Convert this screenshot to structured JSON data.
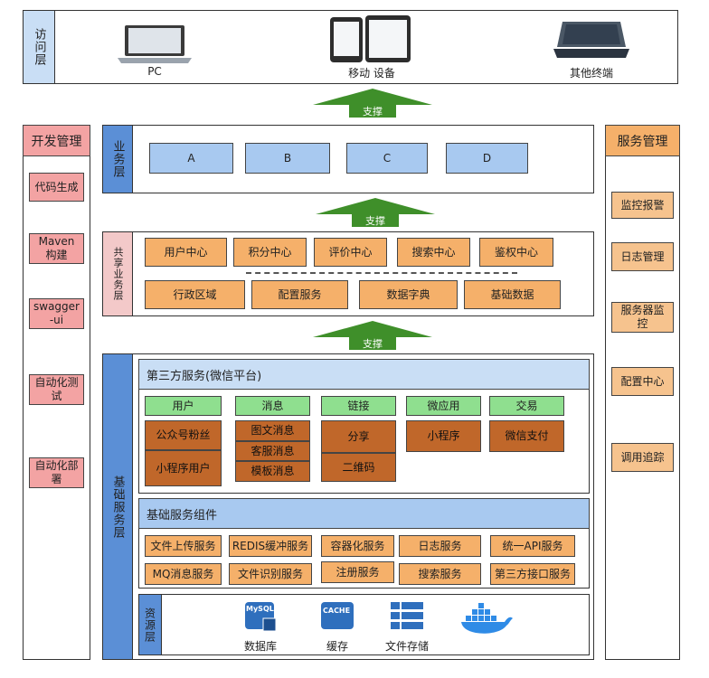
{
  "access_layer": {
    "label": "访问层",
    "devices": [
      {
        "label": "PC",
        "icon": "laptop-icon"
      },
      {
        "label": "移动  设备",
        "icon": "tablet-icon"
      },
      {
        "label": "其他终端",
        "icon": "terminal-icon"
      }
    ]
  },
  "arrows": [
    "支撑",
    "支撑",
    "支撑"
  ],
  "dev_mgmt": {
    "title": "开发管理",
    "items": [
      "代码生成",
      "Maven\n构建",
      "swagger\n-ui",
      "自动化测\n试",
      "自动化部\n署"
    ]
  },
  "svc_mgmt": {
    "title": "服务管理",
    "items": [
      "监控报警",
      "日志管理",
      "服务器监\n控",
      "配置中心",
      "调用追踪"
    ]
  },
  "business_layer": {
    "label": "业务层",
    "items": [
      "A",
      "B",
      "C",
      "D"
    ]
  },
  "shared_layer": {
    "label": "共享业务层",
    "row1": [
      "用户中心",
      "积分中心",
      "评价中心",
      "搜索中心",
      "鉴权中心"
    ],
    "row2": [
      "行政区域",
      "配置服务",
      "数据字典",
      "基础数据"
    ]
  },
  "base_layer": {
    "label": "基础服务层",
    "third_party": {
      "title": "第三方服务(微信平台)",
      "categories": [
        "用户",
        "消息",
        "链接",
        "微应用",
        "交易"
      ],
      "user": [
        "公众号粉丝",
        "小程序用户"
      ],
      "message": [
        "图文消息",
        "客服消息",
        "模板消息"
      ],
      "link": [
        "分享",
        "二维码"
      ],
      "micro": [
        "小程序"
      ],
      "trade": [
        "微信支付"
      ]
    },
    "components": {
      "title": "基础服务组件",
      "row1": [
        "文件上传服务",
        "REDIS缓冲服务",
        "容器化服务",
        "日志服务",
        "统一API服务"
      ],
      "row2": [
        "MQ消息服务",
        "文件识别服务",
        "注册服务",
        "搜索服务",
        "第三方接口服务"
      ]
    },
    "resource": {
      "label": "资源层",
      "items": [
        {
          "label": "数据库",
          "icon": "mysql-icon",
          "badge": "MySQL"
        },
        {
          "label": "缓存",
          "icon": "cache-icon",
          "badge": "CACHE"
        },
        {
          "label": "文件存储",
          "icon": "file-storage-icon"
        },
        {
          "label": "",
          "icon": "docker-icon"
        }
      ]
    }
  }
}
